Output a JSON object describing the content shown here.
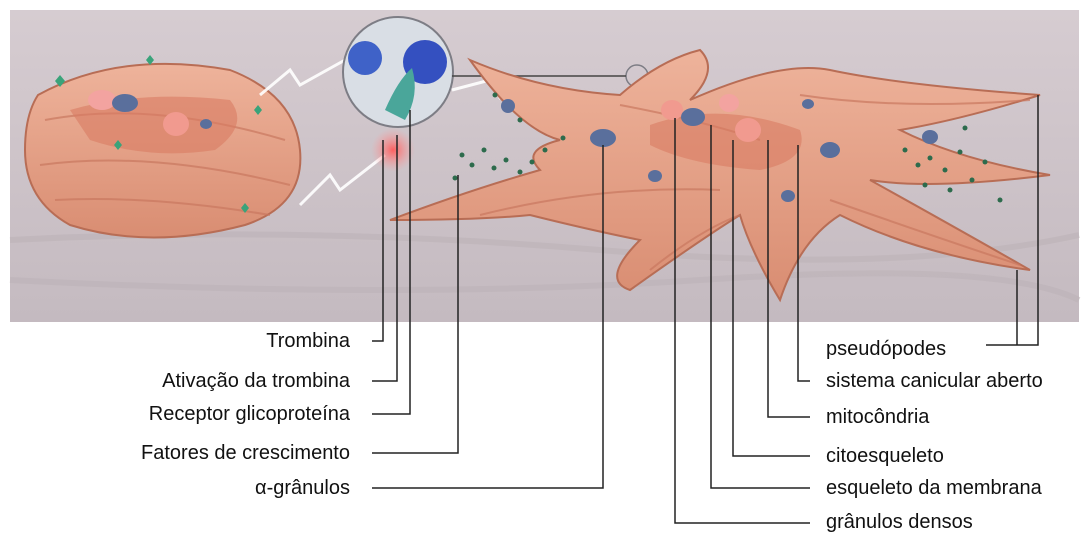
{
  "labels": {
    "left": {
      "trombina": "Trombina",
      "ativacao": "Ativação da trombina",
      "receptor": "Receptor glicoproteína",
      "fatores": "Fatores de crescimento",
      "alfa": "α-grânulos"
    },
    "right": {
      "pseudopodes": "pseudópodes",
      "sistema": "sistema canicular aberto",
      "mitocondria": "mitocôndria",
      "citoesqueleto": "citoesqueleto",
      "esqueleto": "esqueleto da membrana",
      "granulos": "grânulos densos"
    }
  },
  "colors": {
    "background": "#cfc5cb",
    "cell": "#e7a48a",
    "cell_dark": "#c9785f",
    "mitochondria": "#f19a8f",
    "granule": "#5a6f9c",
    "alpha_granule_dot": "#2d6b4c",
    "receptor": "#3f62c8"
  }
}
